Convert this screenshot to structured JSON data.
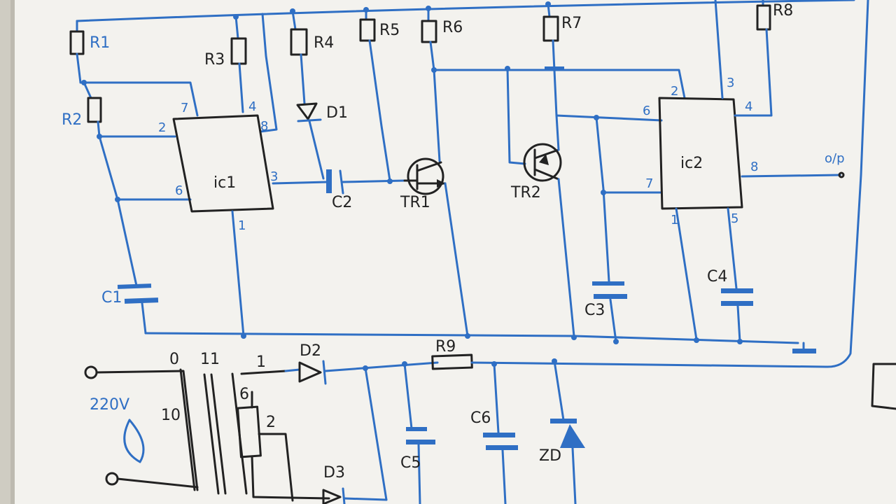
{
  "labels": {
    "r1": "R1",
    "r2": "R2",
    "r3": "R3",
    "r4": "R4",
    "r5": "R5",
    "r6": "R6",
    "r7": "R7",
    "r8": "R8",
    "r9": "R9",
    "d1": "D1",
    "d2": "D2",
    "d3": "D3",
    "c1": "C1",
    "c2": "C2",
    "c3": "C3",
    "c4": "C4",
    "c5": "C5",
    "c6": "C6",
    "ic1": "ic1",
    "ic2": "ic2",
    "tr1": "TR1",
    "tr2": "TR2",
    "zd": "ZD",
    "output": "o/p",
    "mains": "220V",
    "tr_pins": {
      "p0": "0",
      "p1": "1",
      "p2": "2",
      "p6": "6",
      "p10": "10",
      "p11": "11"
    }
  },
  "ic1_pins": {
    "p1": "1",
    "p2": "2",
    "p3": "3",
    "p4": "4",
    "p6": "6",
    "p7": "7",
    "p8": "8"
  },
  "ic2_pins": {
    "p1": "1",
    "p2": "2",
    "p3": "3",
    "p4": "4",
    "p5": "5",
    "p6": "6",
    "p7": "7",
    "p8": "8"
  },
  "colors": {
    "board": "#f3f2ee",
    "ink_blue": "#2f6fc4",
    "ink_black": "#222222"
  }
}
